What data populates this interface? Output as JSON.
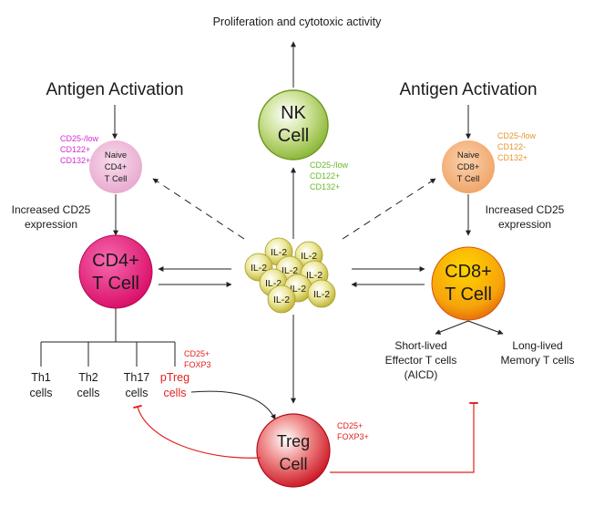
{
  "top_label": "Proliferation and cytotoxic activity",
  "left_heading": "Antigen Activation",
  "right_heading": "Antigen Activation",
  "nk": {
    "line1": "NK",
    "line2": "Cell",
    "markers": [
      "CD25-/low",
      "CD122+",
      "CD132+"
    ]
  },
  "naive_cd4": {
    "line1": "Naive",
    "line2": "CD4+",
    "line3": "T Cell",
    "markers": [
      "CD25-/low",
      "CD122+",
      "CD132+"
    ]
  },
  "naive_cd8": {
    "line1": "Naive",
    "line2": "CD8+",
    "line3": "T Cell",
    "markers": [
      "CD25-/low",
      "CD122-",
      "CD132+"
    ]
  },
  "cd4": {
    "line1": "CD4+",
    "line2": "T Cell"
  },
  "cd8": {
    "line1": "CD8+",
    "line2": "T Cell"
  },
  "left_increase": [
    "Increased CD25",
    "expression"
  ],
  "right_increase": [
    "Increased CD25",
    "expression"
  ],
  "il2_label": "IL-2",
  "subsets": [
    {
      "line1": "Th1",
      "line2": "cells"
    },
    {
      "line1": "Th2",
      "line2": "cells"
    },
    {
      "line1": "Th17",
      "line2": "cells"
    },
    {
      "line1": "pTreg",
      "line2": "cells"
    }
  ],
  "ptreg_markers": [
    "CD25+",
    "FOXP3"
  ],
  "effector": [
    "Short-lived",
    "Effector T cells",
    "(AICD)"
  ],
  "memory": [
    "Long-lived",
    "Memory T cells"
  ],
  "treg": {
    "line1": "Treg",
    "line2": "Cell",
    "markers": [
      "CD25+",
      "FOXP3+"
    ]
  },
  "colors": {
    "nk": "#8fbf3a",
    "naive_cd4": "#e6a2cc",
    "naive_cd8": "#efa76a",
    "cd4": "#e0136e",
    "cd8": "#f2a20a",
    "treg": "#d61a2e",
    "il2": "#e8e070",
    "cd4_markers": "#d62ad6",
    "nk_markers": "#6ab82a",
    "cd8_markers": "#e8942a",
    "red": "#e2201f"
  }
}
